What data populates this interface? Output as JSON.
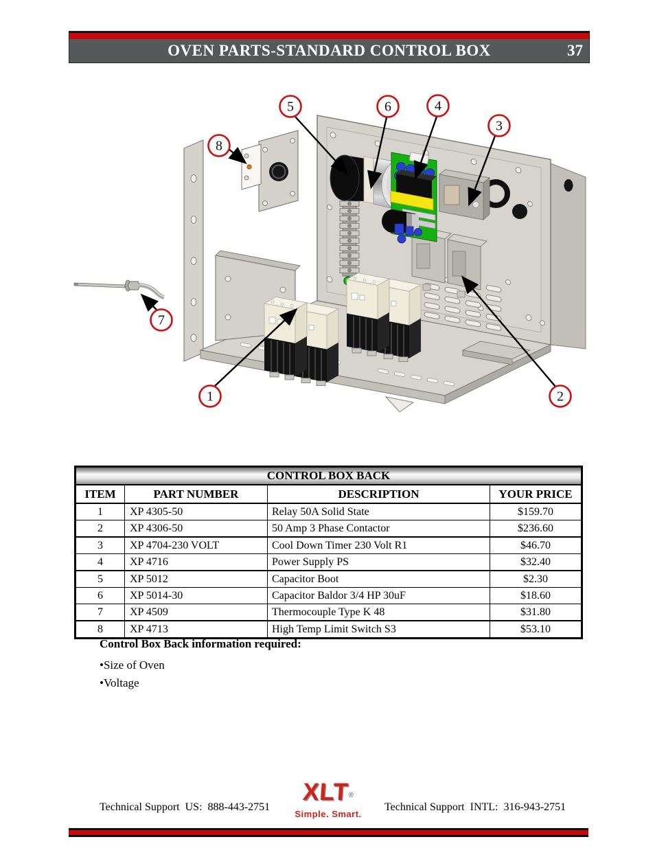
{
  "header": {
    "title": "OVEN PARTS-STANDARD CONTROL BOX",
    "page_number": "37"
  },
  "diagram": {
    "callouts": [
      {
        "num": "1"
      },
      {
        "num": "2"
      },
      {
        "num": "3"
      },
      {
        "num": "4"
      },
      {
        "num": "5"
      },
      {
        "num": "6"
      },
      {
        "num": "7"
      },
      {
        "num": "8"
      }
    ]
  },
  "table": {
    "title": "CONTROL BOX BACK",
    "columns": [
      "ITEM",
      "PART NUMBER",
      "DESCRIPTION",
      "YOUR PRICE"
    ],
    "rows": [
      {
        "item": "1",
        "part_number": "XP 4305-50",
        "description": "Relay 50A Solid State",
        "price": "$159.70"
      },
      {
        "item": "2",
        "part_number": "XP 4306-50",
        "description": "50 Amp 3 Phase Contactor",
        "price": "$236.60"
      },
      {
        "item": "3",
        "part_number": "XP 4704-230 VOLT",
        "description": "Cool Down Timer 230 Volt R1",
        "price": "$46.70"
      },
      {
        "item": "4",
        "part_number": "XP 4716",
        "description": "Power Supply PS",
        "price": "$32.40"
      },
      {
        "item": "5",
        "part_number": "XP 5012",
        "description": "Capacitor Boot",
        "price": "$2.30"
      },
      {
        "item": "6",
        "part_number": "XP 5014-30",
        "description": "Capacitor Baldor 3/4 HP 30uF",
        "price": "$18.60"
      },
      {
        "item": "7",
        "part_number": "XP 4509",
        "description": "Thermocouple Type K 48",
        "price": "$31.80"
      },
      {
        "item": "8",
        "part_number": "XP 4713",
        "description": "High Temp Limit Switch S3",
        "price": "$53.10"
      }
    ]
  },
  "info": {
    "heading": "Control Box Back information required:",
    "bullet_char": "•",
    "bullets": [
      "Size of Oven",
      "Voltage"
    ]
  },
  "footer": {
    "us_label": "Technical Support  US:  888-443-2751",
    "intl_label": "Technical Support  INTL:  316-943-2751",
    "logo_text": "XLT",
    "logo_reg": "®",
    "logo_tagline": "Simple. Smart."
  },
  "colors": {
    "accent_red": "#c40a0a",
    "header_gray": "#57585a",
    "pcb_green": "#16b014",
    "component_yellow": "#f4e513",
    "connector_blue": "#2b3ed0",
    "callout_red": "#cc1111"
  }
}
